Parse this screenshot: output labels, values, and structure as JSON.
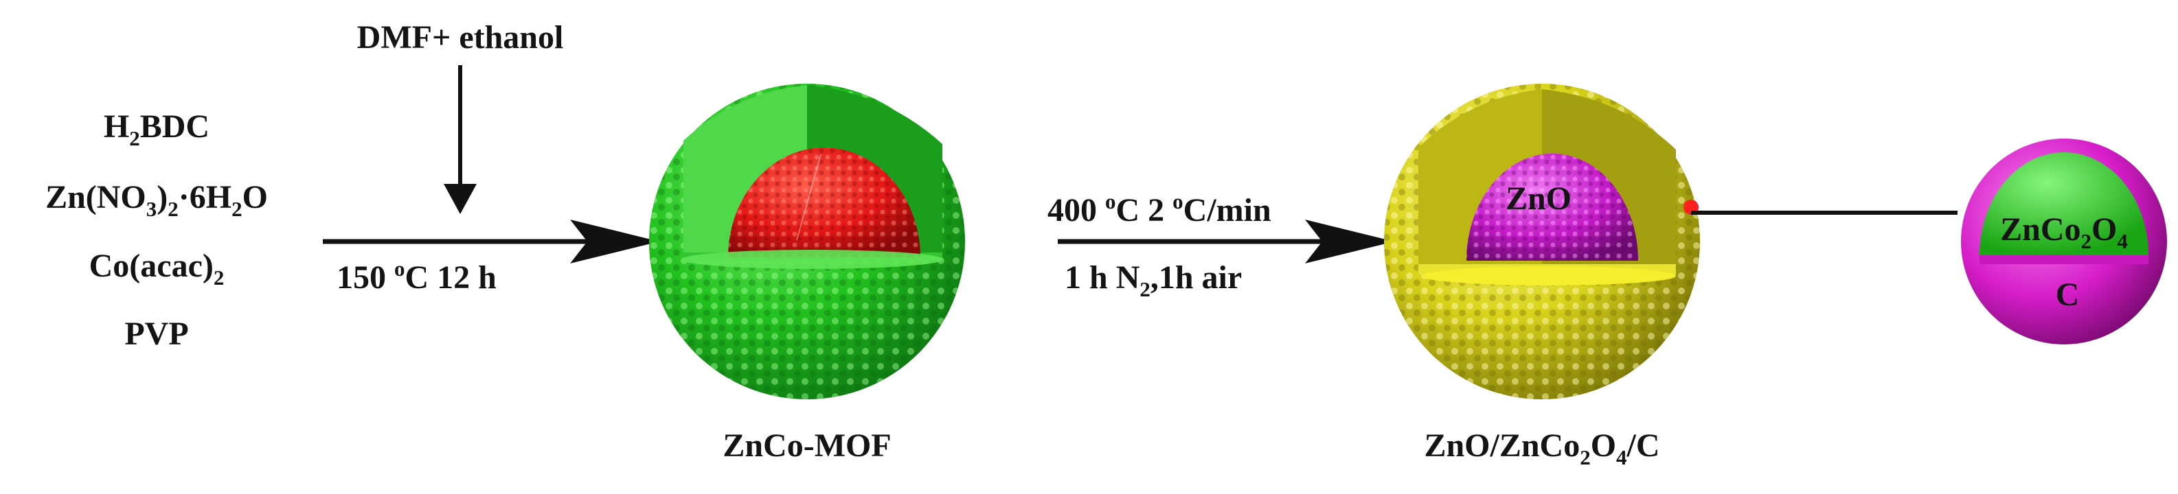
{
  "reagents": {
    "h2bdc": {
      "a": "H",
      "sub": "2",
      "b": "BDC"
    },
    "zinc_nitrate": {
      "a": "Zn(NO",
      "sub1": "3",
      "b": ")",
      "sub2": "2",
      "c": "·6H",
      "sub3": "2",
      "d": "O"
    },
    "co_acac": {
      "a": "Co(acac)",
      "sub": "2"
    },
    "pvp": "PVP"
  },
  "step1": {
    "solvent": "DMF+ ethanol",
    "condition": {
      "a": "150 ",
      "sup": "o",
      "b": "C 12 h"
    }
  },
  "step2": {
    "condition_top": {
      "a": "400 ",
      "sup1": "o",
      "b": "C 2 ",
      "sup2": "o",
      "c": "C/min"
    },
    "condition_bottom": {
      "a": "1 h N",
      "sub": "2",
      "b": ",1h air"
    }
  },
  "intermediate": {
    "label": "ZnCo-MOF"
  },
  "product": {
    "label": {
      "a": "ZnO/ZnCo",
      "sub1": "2",
      "b": "O",
      "sub2": "4",
      "c": "/C"
    },
    "core_label": "ZnO"
  },
  "inset": {
    "inner_label": {
      "a": "ZnCo",
      "sub1": "2",
      "b": "O",
      "sub2": "4"
    },
    "shell_label": "C"
  },
  "colors": {
    "mof_shell": "#22c21f",
    "mof_core": "#e31616",
    "product_shell": "#d9d31c",
    "product_core": "#c41ac8",
    "inset_shell": "#d61dc9",
    "inset_core": "#27d21f",
    "arrow": "#111111"
  }
}
